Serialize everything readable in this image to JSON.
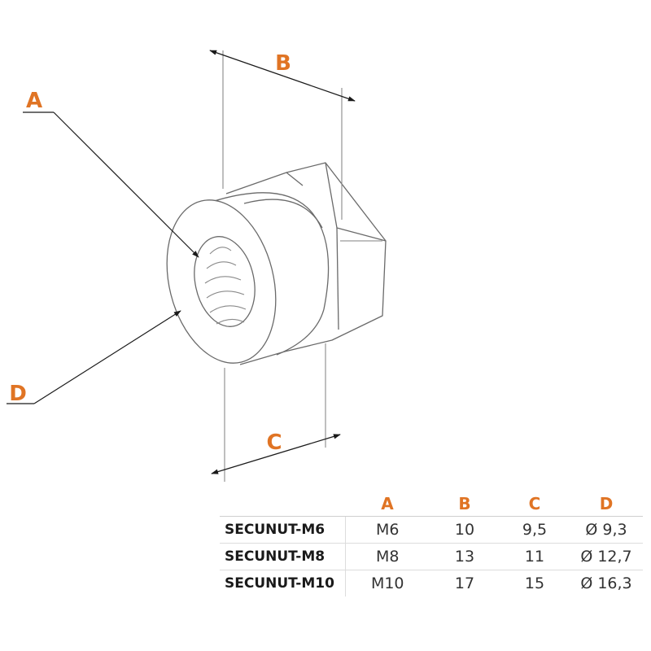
{
  "labels": {
    "a": "A",
    "b": "B",
    "c": "C",
    "d": "D"
  },
  "table": {
    "headers": [
      "",
      "A",
      "B",
      "C",
      "D"
    ],
    "rows": [
      {
        "model": "SECUNUT-M6",
        "a": "M6",
        "b": "10",
        "c": "9,5",
        "d": "Ø 9,3"
      },
      {
        "model": "SECUNUT-M8",
        "a": "M8",
        "b": "13",
        "c": "11",
        "d": "Ø 12,7"
      },
      {
        "model": "SECUNUT-M10",
        "a": "M10",
        "b": "17",
        "c": "15",
        "d": "Ø 16,3"
      }
    ]
  },
  "colors": {
    "accent": "#e07424",
    "line": "#555555"
  }
}
